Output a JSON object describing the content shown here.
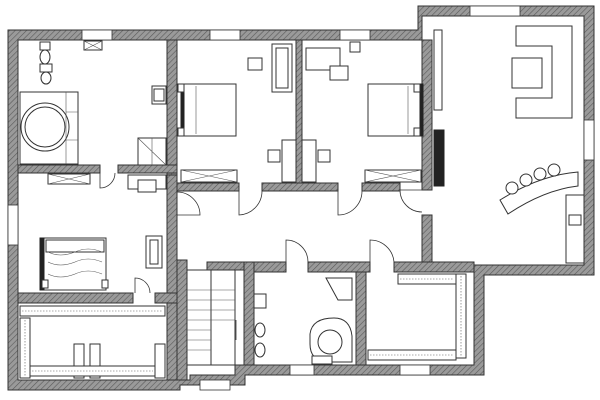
{
  "plan": {
    "wall_color": "#9a9a9a",
    "hatch_color": "#555555",
    "floor_color": "#ffffff",
    "line_color": "#333333",
    "rooms": [
      {
        "id": "bathroom-master"
      },
      {
        "id": "bedroom-left"
      },
      {
        "id": "bedroom-center-left"
      },
      {
        "id": "bedroom-center-right"
      },
      {
        "id": "living-kitchen"
      },
      {
        "id": "hallway"
      },
      {
        "id": "stairwell"
      },
      {
        "id": "bathroom-center"
      },
      {
        "id": "walk-in-closet-left"
      },
      {
        "id": "walk-in-closet-right"
      }
    ]
  }
}
